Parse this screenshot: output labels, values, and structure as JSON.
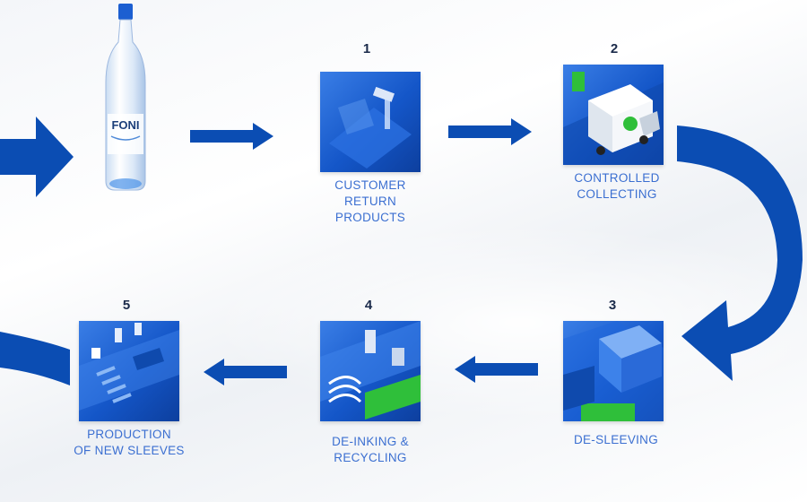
{
  "product": {
    "bottle_label": "FONI"
  },
  "steps": [
    {
      "number": "1",
      "caption": "CUSTOMER\nRETURN\nPRODUCTS"
    },
    {
      "number": "2",
      "caption": "CONTROLLED\nCOLLECTING"
    },
    {
      "number": "3",
      "caption": "DE-SLEEVING"
    },
    {
      "number": "4",
      "caption": "DE-INKING &\nRECYCLING"
    },
    {
      "number": "5",
      "caption": "PRODUCTION\nOF NEW SLEEVES"
    }
  ],
  "colors": {
    "arrow": "#0b4db3",
    "tile": "#1456c8",
    "caption": "#3b6fd1",
    "accent_green": "#2fbf3a"
  }
}
